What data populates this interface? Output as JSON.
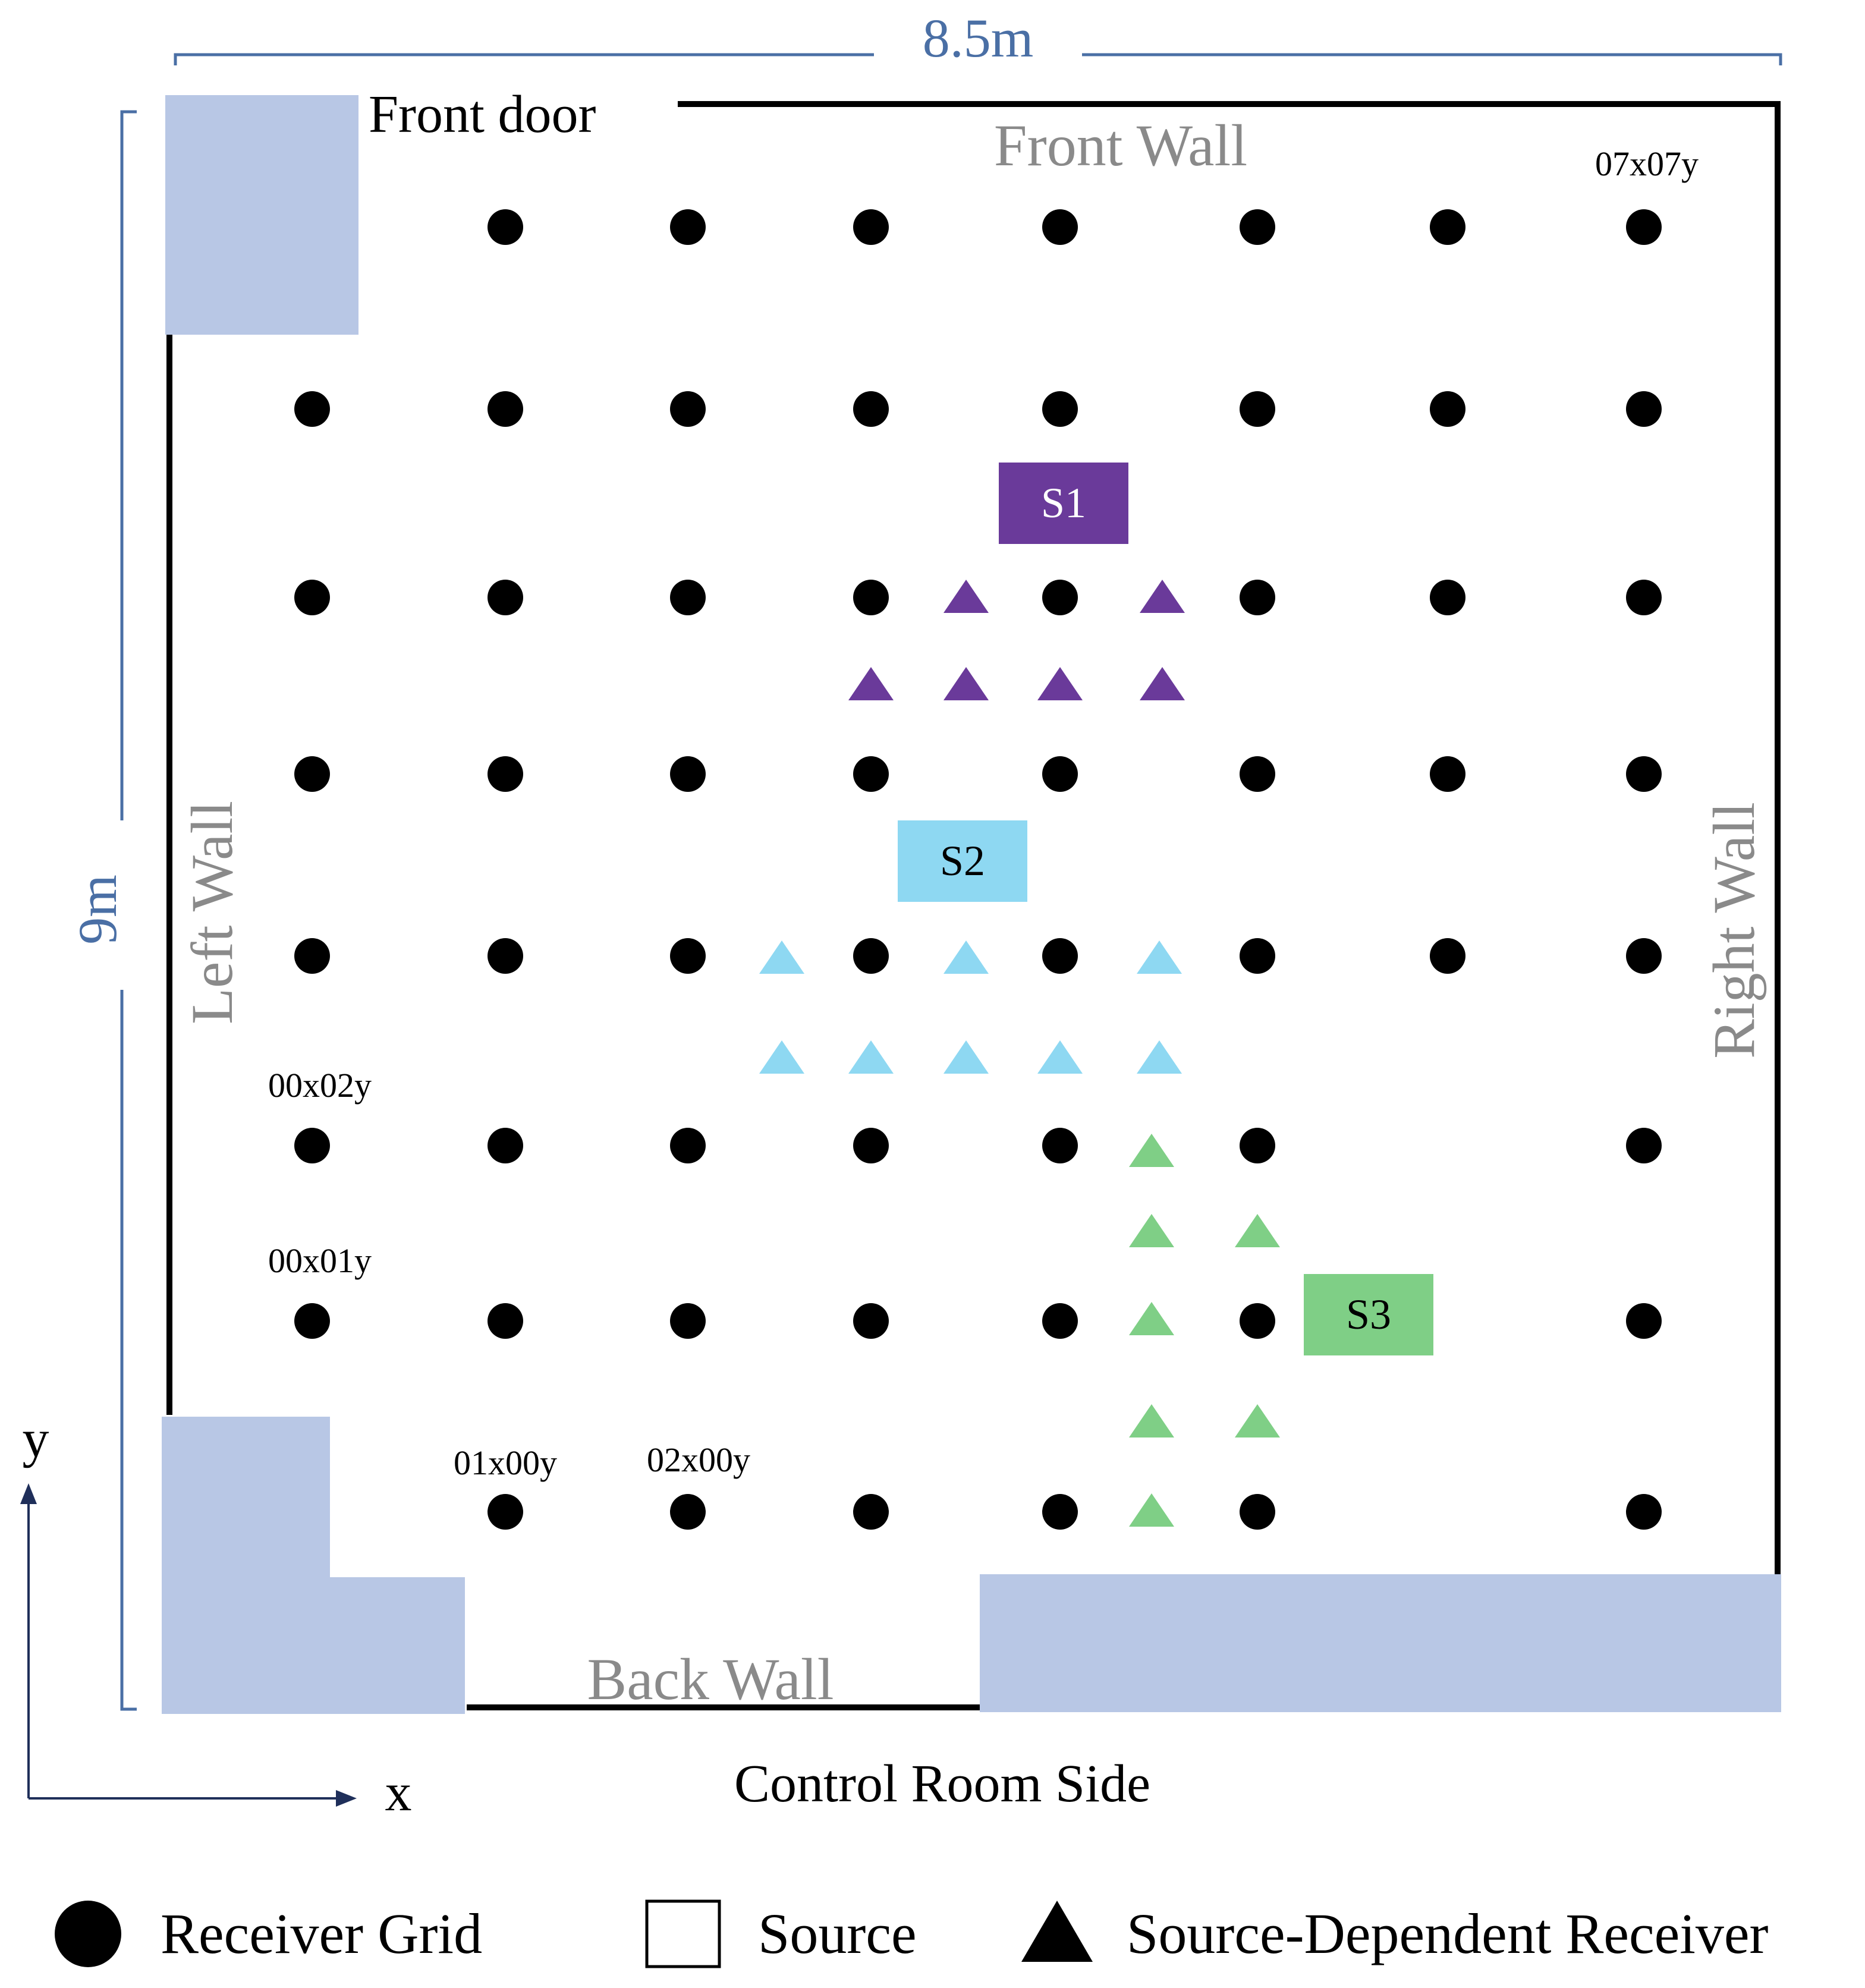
{
  "dimensions": {
    "width_label": "8.5m",
    "height_label": "9m"
  },
  "walls": {
    "front": "Front Wall",
    "back": "Back Wall",
    "left": "Left Wall",
    "right": "Right Wall",
    "front_door": "Front door",
    "control_room": "Control Room Side"
  },
  "axes": {
    "x": "x",
    "y": "y"
  },
  "grid_labels": {
    "top_right": "07x07y",
    "left_row2": "00x02y",
    "left_row1": "00x01y",
    "bottom_col1": "01x00y",
    "bottom_col2": "02x00y"
  },
  "sources": [
    {
      "label": "S1",
      "color": "#6a3a9a"
    },
    {
      "label": "S2",
      "color": "#8ed8f2"
    },
    {
      "label": "S3",
      "color": "#7fcf86"
    }
  ],
  "legend": {
    "receiver_grid": "Receiver Grid",
    "source": "Source",
    "source_dependent_receiver": "Source-Dependent Receiver"
  },
  "colors": {
    "dimension": "#4a6fa5",
    "wall_text": "#8a8a8a",
    "furniture": "#b8c7e5",
    "s1_triangles": "#6a3a9a",
    "s2_triangles": "#8ed8f2",
    "s3_triangles": "#7fcf86"
  }
}
